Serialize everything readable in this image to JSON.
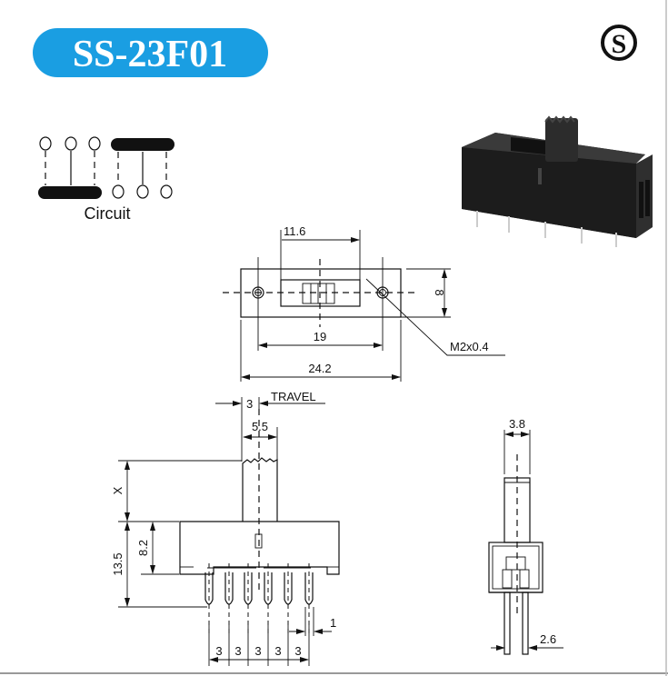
{
  "header": {
    "title": "SS-23F01",
    "logo_letter": "S",
    "accent_color": "#1a9ee2"
  },
  "circuit": {
    "label": "Circuit"
  },
  "top_view": {
    "dim_slot": "11.6",
    "dim_height": "8",
    "dim_holes": "19",
    "dim_length": "24.2",
    "thread": "M2x0.4"
  },
  "front_view": {
    "travel_value": "3",
    "travel_label": "TRAVEL",
    "dim_actuator": "5.5",
    "dim_x": "X",
    "dim_total": "13.5",
    "dim_body": "8.2",
    "pitch": [
      "3",
      "3",
      "3",
      "3",
      "3"
    ],
    "dim_pin": "1"
  },
  "side_view": {
    "dim_actuator": "3.8",
    "dim_pins": "2.6"
  }
}
